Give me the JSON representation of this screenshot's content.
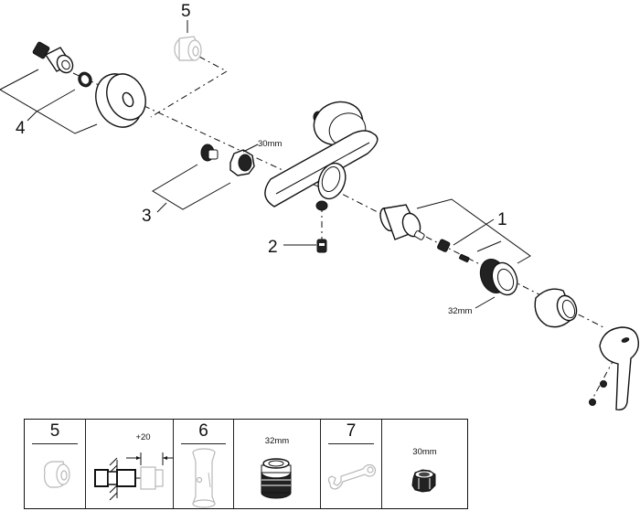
{
  "diagram": {
    "type": "exploded-parts-view",
    "callouts": [
      {
        "id": "1",
        "label": "1",
        "parts": [
          "cartridge",
          "adapter",
          "screw",
          "bonnet-nut"
        ]
      },
      {
        "id": "2",
        "label": "2",
        "parts": [
          "outlet-plug"
        ]
      },
      {
        "id": "3",
        "label": "3",
        "parts": [
          "check-valve",
          "union-nut"
        ]
      },
      {
        "id": "4",
        "label": "4",
        "parts": [
          "s-union",
          "washer",
          "escutcheon"
        ]
      },
      {
        "id": "5",
        "label": "5",
        "parts": [
          "extension-piece"
        ]
      }
    ],
    "dimension_labels": {
      "union_nut": "30mm",
      "bonnet_nut": "32mm"
    }
  },
  "legend": {
    "cells": [
      {
        "number": "5",
        "icon": "extension-piece-icon"
      },
      {
        "label": "+20",
        "icon": "extension-install-icon"
      },
      {
        "number": "6",
        "icon": "cartridge-tool-icon"
      },
      {
        "label": "32mm",
        "icon": "bonnet-nut-icon"
      },
      {
        "number": "7",
        "icon": "wrench-icon"
      },
      {
        "label": "30mm",
        "icon": "union-nut-icon"
      }
    ]
  }
}
